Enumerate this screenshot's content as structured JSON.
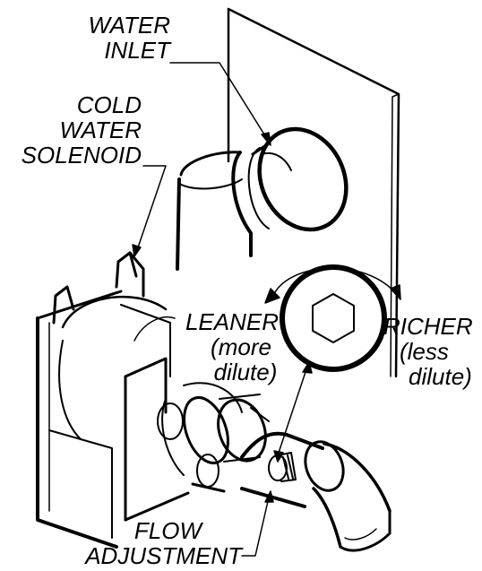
{
  "labels": {
    "water_inlet": [
      "WATER",
      "INLET"
    ],
    "cold_water_solenoid": [
      "COLD",
      "WATER",
      "SOLENOID"
    ],
    "leaner": [
      "LEANER",
      "(more",
      "dilute)"
    ],
    "richer": [
      "RICHER",
      "(less",
      "dilute)"
    ],
    "flow_adjustment": [
      "FLOW",
      "ADJUSTMENT"
    ]
  },
  "colors": {
    "ink": "#000000",
    "paper": "#ffffff"
  }
}
